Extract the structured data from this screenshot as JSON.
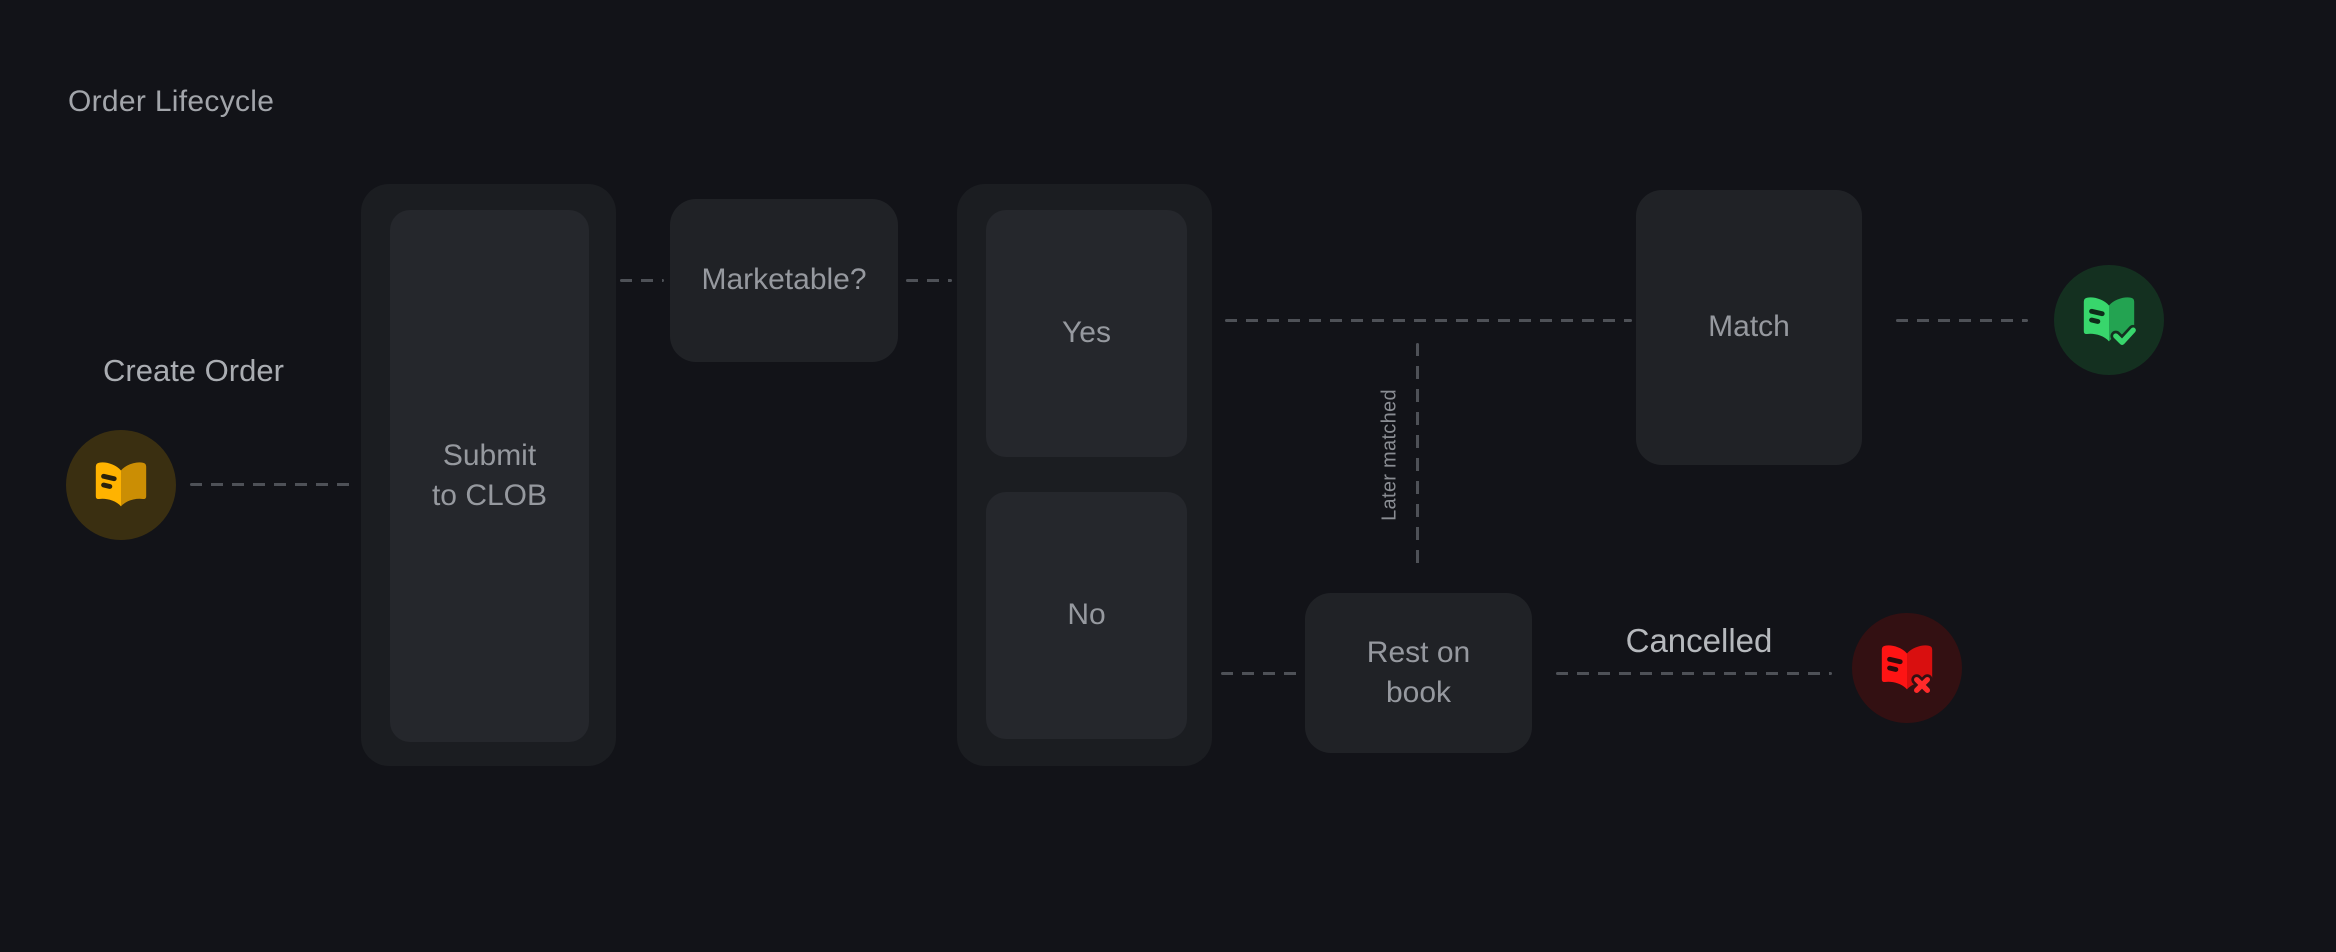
{
  "title": "Order Lifecycle",
  "nodes": {
    "create_order": {
      "label": "Create Order"
    },
    "submit_clob": {
      "label": "Submit to CLOB"
    },
    "marketable": {
      "label": "Marketable?"
    },
    "yes": {
      "label": "Yes"
    },
    "no": {
      "label": "No"
    },
    "match": {
      "label": "Match"
    },
    "rest_on_book": {
      "label": "Rest on book"
    },
    "cancelled": {
      "label": "Cancelled"
    },
    "later_matched": {
      "label": "Later matched"
    }
  },
  "icons": {
    "create_order": "book-open-icon",
    "matched": "book-open-check-icon",
    "cancelled": "book-open-x-icon"
  },
  "colors": {
    "bg": "#121318",
    "container": "#1b1d21",
    "node": "#25272c",
    "box": "#202226",
    "dash": "#4e5157",
    "text_title": "#a2a5aa",
    "text_strong": "#aaadb2",
    "text_node": "#96999f",
    "text_cancelled": "#b6b9bd",
    "text_muted": "#8a8d93",
    "yellow": "#ffb300",
    "yellow_dark": "#cb8e04",
    "yellow_bg": "#3a2f11",
    "yellow_ink": "#2b220c",
    "green": "#38d66c",
    "green_dark": "#23a351",
    "green_bg": "#143020",
    "green_ink": "#0e2a19",
    "red": "#fe1414",
    "red_dark": "#d90f0f",
    "red_bright": "#ff2a2a",
    "red_bg": "#331012",
    "red_ink": "#2b0b0c"
  }
}
